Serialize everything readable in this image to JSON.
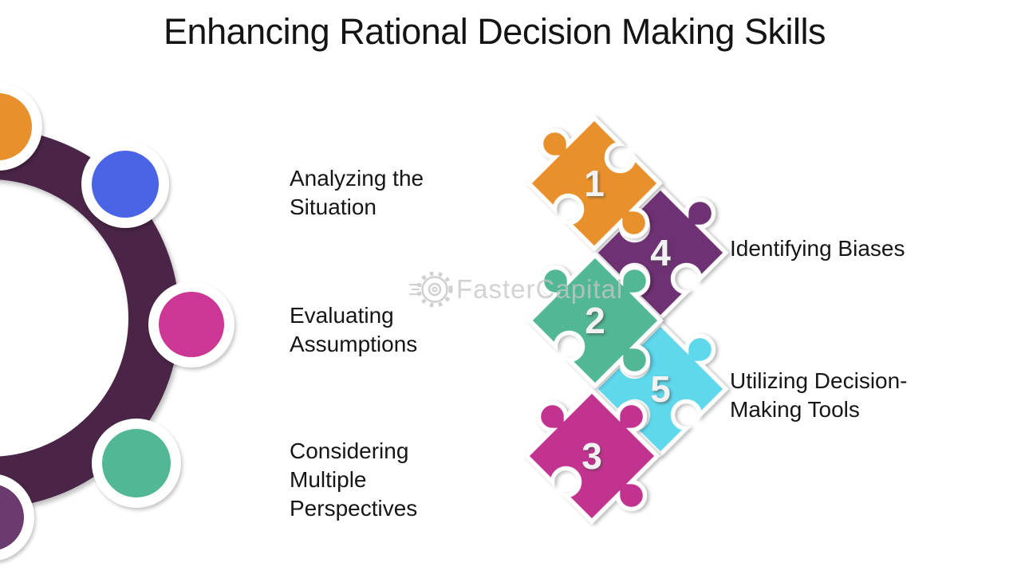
{
  "title": "Enhancing Rational Decision Making Skills",
  "watermark": {
    "text": "FasterCapital",
    "color": "#c6c6c6"
  },
  "ring": {
    "color": "#4A2547",
    "nodes": [
      {
        "name": "orange",
        "color": "#E8912C"
      },
      {
        "name": "blue",
        "color": "#4A64E6"
      },
      {
        "name": "magenta",
        "color": "#CC3694"
      },
      {
        "name": "teal",
        "color": "#52B795"
      },
      {
        "name": "purple",
        "color": "#6B3A6E"
      }
    ]
  },
  "steps": [
    {
      "number": "1",
      "color": "#E8912C",
      "label": "Analyzing the Situation",
      "side": "left"
    },
    {
      "number": "2",
      "color": "#52B795",
      "label": "Evaluating Assumptions",
      "side": "left"
    },
    {
      "number": "3",
      "color": "#C23390",
      "label": "Considering Multiple Perspectives",
      "side": "left"
    },
    {
      "number": "4",
      "color": "#6E3173",
      "label": "Identifying Biases",
      "side": "right"
    },
    {
      "number": "5",
      "color": "#5FD8EC",
      "label": "Utilizing Decision-Making Tools",
      "side": "right"
    }
  ]
}
